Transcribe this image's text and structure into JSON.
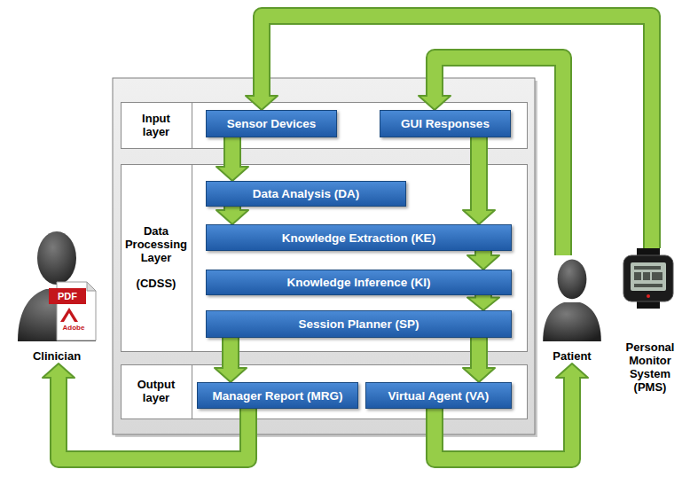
{
  "diagram": {
    "nodes": [
      {
        "text": [
          "Input layer"
        ]
      },
      {
        "text": [
          "Sensor Devices"
        ],
        "in": 0
      },
      {
        "text": [
          "GUI Responses"
        ],
        "in": 0
      },
      {
        "text": [
          "Data Processing Layer",
          "(CDSS)"
        ]
      },
      {
        "text": [
          "Data Analysis (DA)"
        ],
        "in": 3
      },
      {
        "text": [
          "Knowledge Extraction (KE)"
        ],
        "in": 3
      },
      {
        "text": [
          "Knowledge Inference (KI)"
        ],
        "in": 3
      },
      {
        "text": [
          "Session Planner (SP)"
        ],
        "in": 3
      },
      {
        "text": [
          "Output layer"
        ]
      },
      {
        "text": [
          "Manager Report (MRG)"
        ],
        "in": 8
      },
      {
        "text": [
          "Virtual Agent (VA)"
        ],
        "in": 8
      },
      {
        "text": [
          "Clinician"
        ]
      },
      {
        "text": [
          "Patient"
        ]
      },
      {
        "text": [
          "Personal Monitor System (PMS)"
        ]
      }
    ],
    "edges": [
      {
        "from": 1,
        "to": 4,
        "arrow": "to"
      },
      {
        "from": 4,
        "to": 5,
        "arrow": "to"
      },
      {
        "from": 2,
        "to": 5,
        "arrow": "to"
      },
      {
        "from": 5,
        "to": 6,
        "arrow": "to"
      },
      {
        "from": 6,
        "to": 7,
        "arrow": "to"
      },
      {
        "from": 7,
        "to": 9,
        "arrow": "to"
      },
      {
        "from": 7,
        "to": 10,
        "arrow": "to"
      },
      {
        "from": 9,
        "to": 11,
        "arrow": "to"
      },
      {
        "from": 10,
        "to": 12,
        "arrow": "to"
      },
      {
        "from": 12,
        "to": 2,
        "arrow": "to"
      },
      {
        "from": 13,
        "to": 1,
        "arrow": "to"
      }
    ],
    "labels": [
      "PDF",
      "Adobe"
    ]
  }
}
